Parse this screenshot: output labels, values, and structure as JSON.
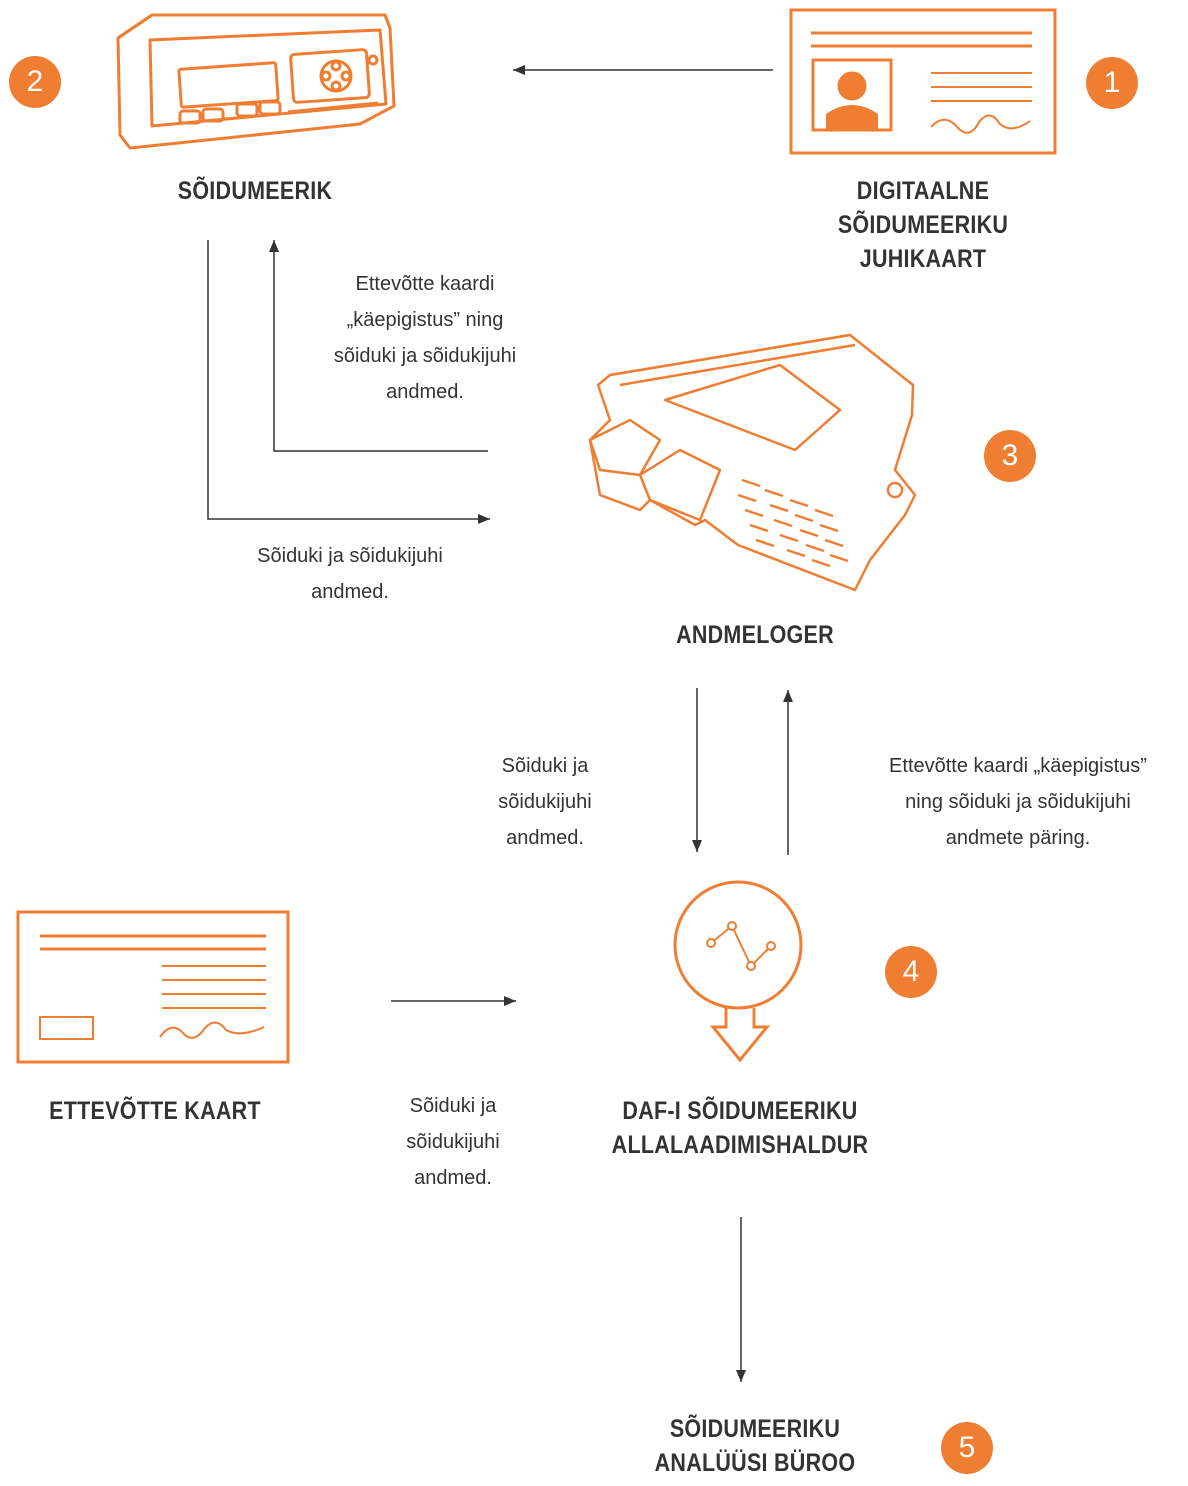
{
  "colors": {
    "accent": "#ef7d32",
    "text": "#333333",
    "arrow": "#333333"
  },
  "nodes": [
    {
      "id": "tachograph",
      "label": [
        "SÕIDUMEERIK"
      ],
      "badge": "2",
      "icon": "tachograph-device-icon"
    },
    {
      "id": "driver-card",
      "label": [
        "DIGITAALNE",
        "SÕIDUMEERIKU",
        "JUHIKAART"
      ],
      "badge": "1",
      "icon": "driver-card-icon"
    },
    {
      "id": "datalogger",
      "label": [
        "ANDMELOGER"
      ],
      "badge": "3",
      "icon": "datalogger-device-icon"
    },
    {
      "id": "company-card",
      "label": [
        "ETTEVÕTTE KAART"
      ],
      "icon": "company-card-icon"
    },
    {
      "id": "download-manager",
      "label": [
        "DAF-I SÕIDUMEERIKU",
        "ALLALAADIMISHALDUR"
      ],
      "badge": "4",
      "icon": "download-graph-icon"
    },
    {
      "id": "analysis-office",
      "label": [
        "SÕIDUMEERIKU",
        "ANALÜÜSI BÜROO"
      ],
      "badge": "5"
    }
  ],
  "edges": [
    {
      "from": "driver-card",
      "to": "tachograph",
      "text": []
    },
    {
      "from": "datalogger",
      "to": "tachograph",
      "text": [
        "Ettevõtte kaardi",
        "„käepigistus” ning",
        "sõiduki ja sõidukijuhi",
        "andmed."
      ]
    },
    {
      "from": "tachograph",
      "to": "datalogger",
      "text": [
        "Sõiduki ja sõidukijuhi",
        "andmed."
      ]
    },
    {
      "from": "datalogger",
      "to": "download-manager",
      "text": [
        "Sõiduki ja",
        "sõidukijuhi",
        "andmed."
      ]
    },
    {
      "from": "download-manager",
      "to": "datalogger",
      "text": [
        "Ettevõtte kaardi „käepigistus”",
        "ning sõiduki ja sõidukijuhi",
        "andmete päring."
      ]
    },
    {
      "from": "company-card",
      "to": "download-manager",
      "text": [
        "Sõiduki ja",
        "sõidukijuhi",
        "andmed."
      ]
    },
    {
      "from": "download-manager",
      "to": "analysis-office",
      "text": []
    }
  ]
}
